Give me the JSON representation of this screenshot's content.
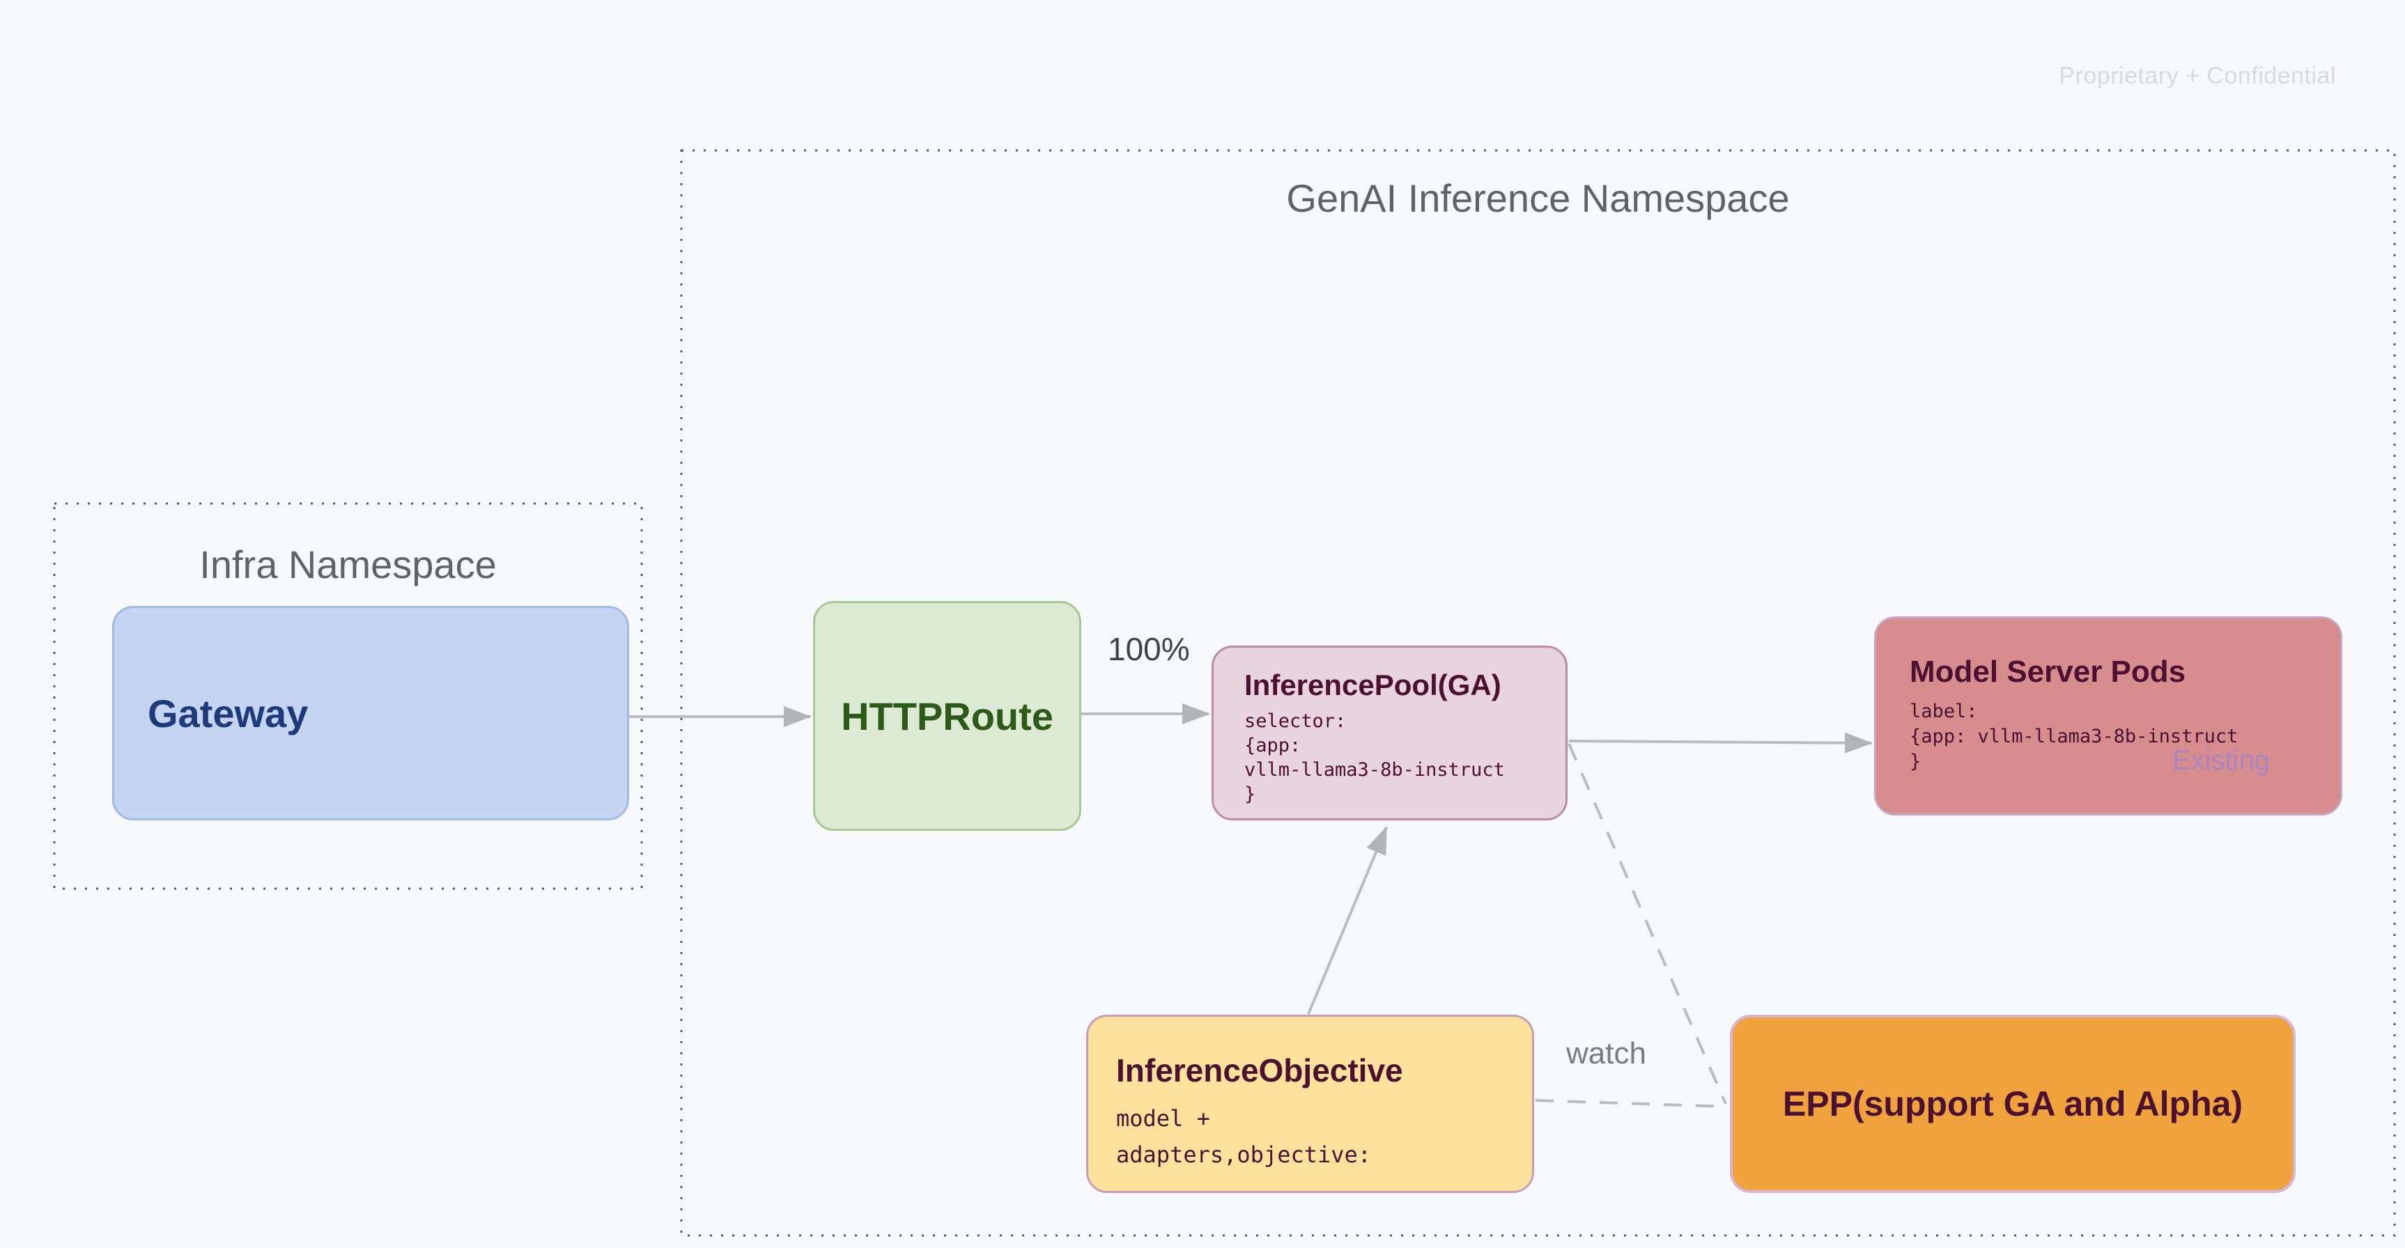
{
  "watermark": "Proprietary + Confidential",
  "namespaces": {
    "genai": {
      "label": "GenAI Inference Namespace"
    },
    "infra": {
      "label": "Infra Namespace"
    }
  },
  "nodes": {
    "gateway": {
      "label": "Gateway"
    },
    "httproute": {
      "label": "HTTPRoute"
    },
    "pool": {
      "title": "InferencePool(GA)",
      "lines": [
        "selector:",
        "{app:",
        "vllm-llama3-8b-instruct",
        "}"
      ]
    },
    "model_server_pods": {
      "title": "Model Server Pods",
      "lines": [
        "label:",
        "{app: vllm-llama3-8b-instruct",
        "}"
      ],
      "badge": "Existing"
    },
    "objective": {
      "title": "InferenceObjective",
      "lines": [
        "model +",
        "adapters,objective:"
      ]
    },
    "epp": {
      "label": "EPP(support GA and Alpha)"
    }
  },
  "edges": {
    "route_weight_label": "100%",
    "watch_label": "watch"
  },
  "colors": {
    "background": "#f7f8fa",
    "namespace_border": "#55585c",
    "namespace_label": "#5f6368",
    "edge": "#b9bcc0",
    "arrowhead": "#b1b4b8",
    "edge_label": "#3f4245",
    "watch_label": "#787c81",
    "watermark": "#d7d9dd",
    "gateway_fill": "#c5d4f0",
    "gateway_border": "#a3b9ea",
    "gateway_text": "#1e3a7a",
    "httproute_fill": "#dcead3",
    "httproute_border": "#a7c795",
    "httproute_text": "#2d5a1b",
    "pool_fill": "#e8d3de",
    "pool_border": "#bc8ba8",
    "pool_text": "#4c1130",
    "pods_fill": "#d78c8e",
    "pods_border": "#c7a3c6",
    "pods_text": "#4c1130",
    "pods_badge_text": "#aa85c4",
    "objective_fill": "#fae29c",
    "objective_border": "#c59eb6",
    "objective_text": "#4c1130",
    "epp_fill": "#f0a23c",
    "epp_border": "#d9b2d4",
    "epp_text": "#4c1130"
  }
}
